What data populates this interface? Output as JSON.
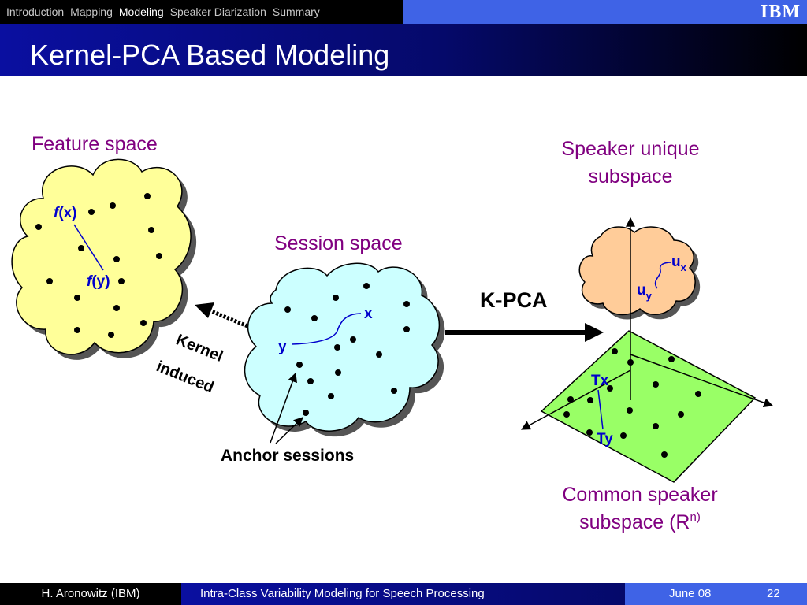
{
  "nav": {
    "items": [
      "Introduction",
      "Mapping",
      "Modeling",
      "Speaker Diarization",
      "Summary"
    ],
    "active": "Modeling",
    "logo": "IBM"
  },
  "slide": {
    "title": "Kernel-PCA Based Modeling"
  },
  "diagram": {
    "feature_space_label": "Feature space",
    "session_space_label": "Session space",
    "speaker_unique_label_line1": "Speaker unique",
    "speaker_unique_label_line2": "subspace",
    "common_label_line1": "Common speaker",
    "common_label_line2": "subspace (R",
    "common_label_sup": "n)",
    "kpca_label": "K-PCA",
    "kernel_label": "Kernel",
    "induced_label": "induced",
    "anchor_label": "Anchor sessions",
    "fx_f": "f",
    "fx_rest": "(x)",
    "fy_f": "f",
    "fy_rest": "(y)",
    "x_label": "x",
    "y_label": "y",
    "ux_base": "u",
    "ux_sub": "x",
    "uy_base": "u",
    "uy_sub": "y",
    "tx_label": "Tx",
    "ty_label": "Ty"
  },
  "colors": {
    "feature_cloud": "#ffff99",
    "session_cloud": "#ccffff",
    "speaker_cloud": "#ffcc99",
    "common_plane": "#99ff66",
    "label_purple": "#800080",
    "label_blue": "#0000cc"
  },
  "footer": {
    "author": "H. Aronowitz (IBM)",
    "talk_title": "Intra-Class Variability Modeling for Speech Processing",
    "date": "June 08",
    "page": "22"
  }
}
